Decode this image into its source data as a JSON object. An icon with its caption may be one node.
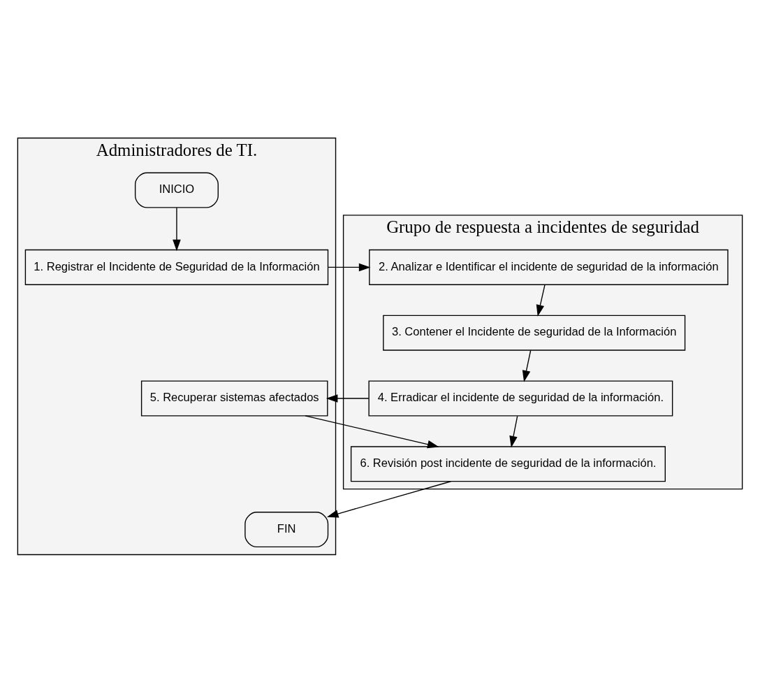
{
  "diagram": {
    "nodes": [
      {
        "text": [
          "Administradores de TI."
        ]
      },
      {
        "text": [
          "Grupo de respuesta a incidentes de seguridad"
        ]
      },
      {
        "text": [
          "INICIO"
        ],
        "in": 0
      },
      {
        "text": [
          "1. Registrar el Incidente de Seguridad de la Información"
        ],
        "in": 0
      },
      {
        "text": [
          "2. Analizar e Identificar el incidente de seguridad de la información"
        ],
        "in": 1
      },
      {
        "text": [
          "3. Contener el Incidente de seguridad de la Información"
        ],
        "in": 1
      },
      {
        "text": [
          "4. Erradicar el incidente de seguridad de la información."
        ],
        "in": 1
      },
      {
        "text": [
          "5. Recuperar sistemas afectados"
        ],
        "in": 0
      },
      {
        "text": [
          "6. Revisión post incidente de seguridad de la información."
        ],
        "in": 1
      },
      {
        "text": [
          "FIN"
        ],
        "in": 0
      }
    ],
    "edges": [
      {
        "from": 2,
        "to": 3,
        "arrow": "to"
      },
      {
        "from": 3,
        "to": 4,
        "arrow": "to"
      },
      {
        "from": 4,
        "to": 5,
        "arrow": "to"
      },
      {
        "from": 5,
        "to": 6,
        "arrow": "to"
      },
      {
        "from": 6,
        "to": 7,
        "arrow": "to"
      },
      {
        "from": 6,
        "to": 8,
        "arrow": "to"
      },
      {
        "from": 7,
        "to": 8,
        "arrow": "to"
      },
      {
        "from": 8,
        "to": 9,
        "arrow": "to"
      }
    ]
  }
}
